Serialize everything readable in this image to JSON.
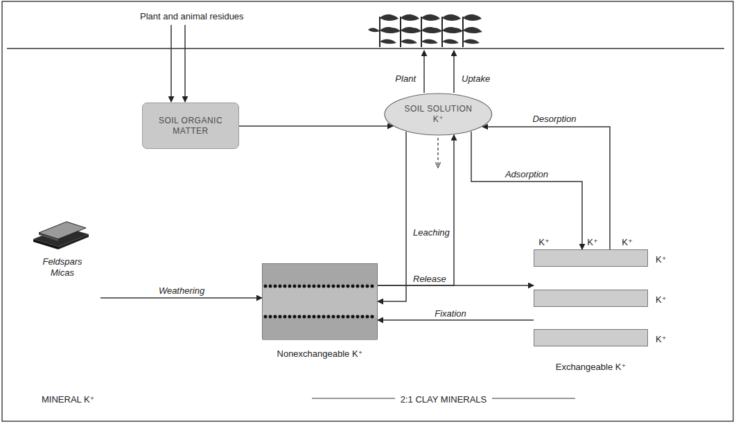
{
  "diagram": {
    "nodes": [
      {
        "text": [
          "SOIL ORGANIC MATTER"
        ]
      },
      {
        "text": [
          "SOIL SOLUTION K⁺"
        ]
      },
      {
        "text": [
          "Feldspars Micas"
        ]
      },
      {
        "text": [
          "Nonexchangeable K⁺"
        ]
      },
      {
        "text": [
          "Exchangeable K⁺"
        ]
      }
    ],
    "edges": [
      {
        "from": 0,
        "to": 1,
        "arrow": "to"
      },
      {
        "from": 1,
        "to": 4,
        "label": "Adsorption",
        "arrow": "to"
      },
      {
        "from": 4,
        "to": 1,
        "label": "Desorption",
        "arrow": "to"
      },
      {
        "from": 2,
        "to": 3,
        "label": "Weathering",
        "arrow": "to"
      },
      {
        "from": 1,
        "to": 3,
        "arrow": "to"
      },
      {
        "from": 3,
        "to": 4,
        "label": "Release",
        "arrow": "to"
      },
      {
        "from": 3,
        "to": 1,
        "arrow": "to"
      },
      {
        "from": 4,
        "to": 3,
        "label": "Fixation",
        "arrow": "to"
      }
    ],
    "labels": [
      "Plant and animal residues",
      "Plant",
      "Uptake",
      "Leaching",
      "K⁺",
      "K⁺",
      "K⁺",
      "K⁺",
      "K⁺",
      "K⁺",
      "MINERAL K⁺",
      "2:1 CLAY MINERALS"
    ]
  }
}
